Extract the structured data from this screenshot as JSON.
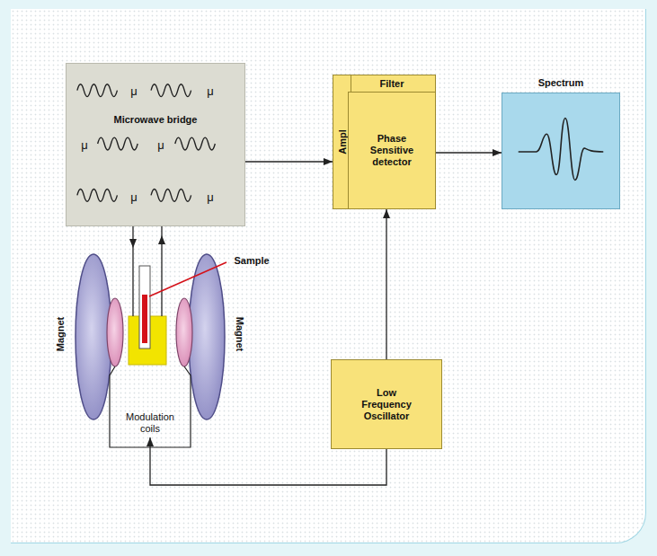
{
  "diagram": {
    "nodes": [
      {
        "text": [
          "Microwave bridge"
        ]
      },
      {
        "text": [
          "Filter"
        ]
      },
      {
        "text": [
          "Ampl"
        ]
      },
      {
        "text": [
          "Phase Sensitive detector"
        ]
      },
      {
        "text": [
          "Spectrum"
        ]
      },
      {
        "text": [
          "Low Frequency Oscillator"
        ]
      },
      {
        "text": [
          "Modulation coils"
        ]
      }
    ],
    "edges": [
      {
        "from": 0,
        "to": 2,
        "arrow": "to"
      },
      {
        "from": 3,
        "to": 4,
        "arrow": "to"
      },
      {
        "from": 5,
        "to": 3,
        "arrow": "to"
      },
      {
        "from": 5,
        "to": 6,
        "arrow": "to"
      }
    ],
    "labels": [
      "μ",
      "μ",
      "μ",
      "μ",
      "μ",
      "μ",
      "Sample",
      "Magnet",
      "Magnet"
    ]
  }
}
